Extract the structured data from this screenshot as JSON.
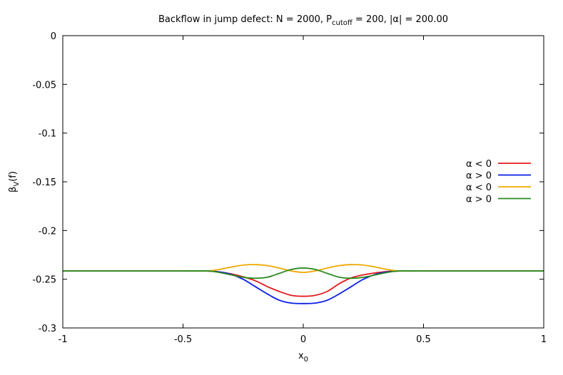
{
  "chart_data": {
    "type": "line",
    "title": {
      "prefix": "Backflow in jump defect: N = 2000, P",
      "sub": "cutoff",
      "suffix": " = 200, |α| = 200.00"
    },
    "xlabel": {
      "base": "x",
      "sub": "0"
    },
    "ylabel": {
      "base": "β",
      "sub": "V",
      "suffix": "(f)"
    },
    "xlim": [
      -1,
      1
    ],
    "ylim": [
      -0.3,
      0
    ],
    "x_ticks": [
      {
        "value": -1,
        "label": "-1"
      },
      {
        "value": -0.5,
        "label": "-0.5"
      },
      {
        "value": 0,
        "label": "0"
      },
      {
        "value": 0.5,
        "label": "0.5"
      },
      {
        "value": 1,
        "label": "1"
      }
    ],
    "y_ticks": [
      {
        "value": 0,
        "label": "0"
      },
      {
        "value": -0.05,
        "label": "-0.05"
      },
      {
        "value": -0.1,
        "label": "-0.1"
      },
      {
        "value": -0.15,
        "label": "-0.15"
      },
      {
        "value": -0.2,
        "label": "-0.2"
      },
      {
        "value": -0.25,
        "label": "-0.25"
      },
      {
        "value": -0.3,
        "label": "-0.3"
      }
    ],
    "grid": false,
    "legend_position": "right",
    "x": [
      -1.0,
      -0.5,
      -0.4,
      -0.35,
      -0.3,
      -0.25,
      -0.2,
      -0.15,
      -0.1,
      -0.05,
      0.0,
      0.05,
      0.1,
      0.15,
      0.2,
      0.25,
      0.3,
      0.35,
      0.4,
      0.5,
      1.0
    ],
    "series": [
      {
        "name": "α < 0",
        "color": "#e41a1c",
        "values": [
          -0.2415,
          -0.2415,
          -0.2415,
          -0.2425,
          -0.2445,
          -0.2475,
          -0.2515,
          -0.2575,
          -0.2625,
          -0.2665,
          -0.2675,
          -0.2665,
          -0.2625,
          -0.2545,
          -0.2485,
          -0.2455,
          -0.2435,
          -0.242,
          -0.2415,
          -0.2415,
          -0.2415
        ]
      },
      {
        "name": "α > 0",
        "color": "#0a1ee6",
        "values": [
          -0.2415,
          -0.2415,
          -0.2415,
          -0.2425,
          -0.245,
          -0.25,
          -0.2575,
          -0.265,
          -0.2715,
          -0.2745,
          -0.275,
          -0.2745,
          -0.2715,
          -0.265,
          -0.2575,
          -0.25,
          -0.245,
          -0.2425,
          -0.2415,
          -0.2415,
          -0.2415
        ]
      },
      {
        "name": "α < 0",
        "color": "#f0a800",
        "values": [
          -0.2415,
          -0.2415,
          -0.2415,
          -0.24,
          -0.2375,
          -0.2355,
          -0.235,
          -0.236,
          -0.2385,
          -0.2415,
          -0.243,
          -0.2415,
          -0.2385,
          -0.236,
          -0.235,
          -0.2355,
          -0.2375,
          -0.24,
          -0.2415,
          -0.2415,
          -0.2415
        ]
      },
      {
        "name": "α > 0",
        "color": "#2a8a22",
        "values": [
          -0.2415,
          -0.2415,
          -0.2415,
          -0.243,
          -0.2455,
          -0.248,
          -0.249,
          -0.248,
          -0.244,
          -0.24,
          -0.2385,
          -0.24,
          -0.244,
          -0.248,
          -0.249,
          -0.248,
          -0.2455,
          -0.243,
          -0.2415,
          -0.2415,
          -0.2415
        ]
      }
    ]
  }
}
